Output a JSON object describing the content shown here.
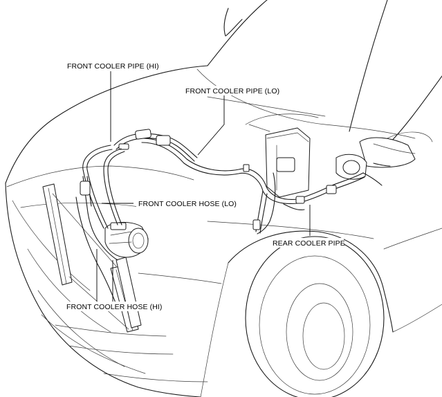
{
  "labels": {
    "front_cooler_pipe_hi": "FRONT COOLER PIPE (HI)",
    "front_cooler_pipe_lo": "FRONT COOLER PIPE (LO)",
    "front_cooler_hose_lo": "FRONT COOLER HOSE (LO)",
    "rear_cooler_pipe": "REAR COOLER PIPE",
    "front_cooler_hose_hi": "FRONT COOLER HOSE (HI)"
  }
}
